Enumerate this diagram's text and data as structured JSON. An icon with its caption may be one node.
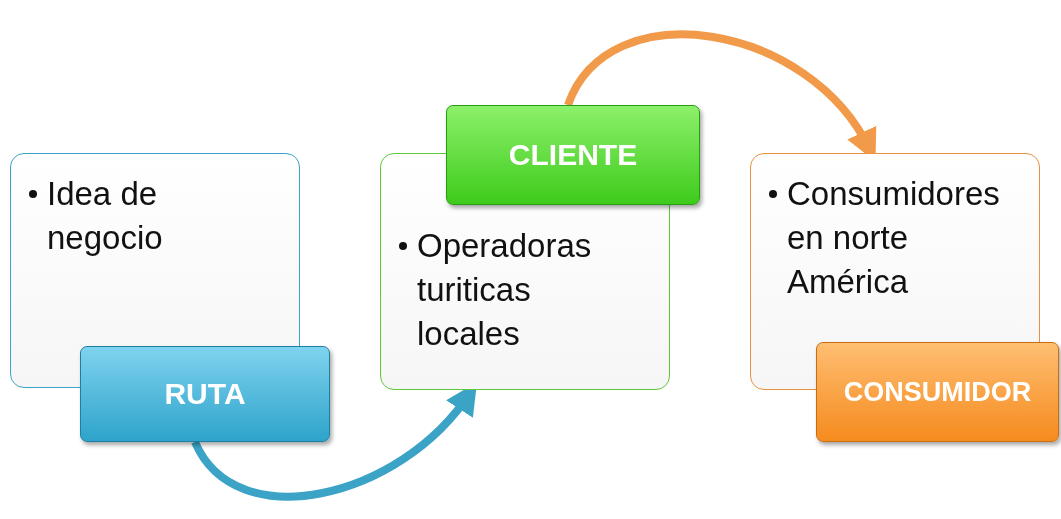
{
  "diagram": {
    "nodes": [
      {
        "text": [
          "Idea de negocio"
        ]
      },
      {
        "text": [
          "RUTA"
        ]
      },
      {
        "text": [
          "CLIENTE"
        ]
      },
      {
        "text": [
          "Operadoras turiticas locales"
        ]
      },
      {
        "text": [
          "Consumidores en norte América"
        ]
      },
      {
        "text": [
          "CONSUMIDOR"
        ]
      }
    ],
    "edges": [
      {
        "from": 1,
        "to": 3,
        "arrow": "to",
        "color": "#3aa3c6"
      },
      {
        "from": 2,
        "to": 4,
        "arrow": "to",
        "color": "#f19a4a"
      }
    ]
  }
}
